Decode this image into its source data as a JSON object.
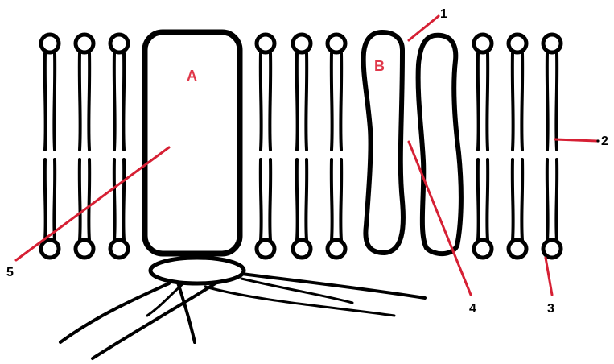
{
  "figure": {
    "proteins": [
      {
        "id": "protein-a",
        "label": "A"
      },
      {
        "id": "protein-b",
        "label": "B"
      }
    ],
    "callouts": [
      {
        "id": "callout-1",
        "text": "1"
      },
      {
        "id": "callout-2",
        "text": "2"
      },
      {
        "id": "callout-3",
        "text": "3"
      },
      {
        "id": "callout-4",
        "text": "4"
      },
      {
        "id": "callout-5",
        "text": "5"
      }
    ],
    "colors": {
      "ink": "#000000",
      "labels": "#e0384a",
      "leader_lines": "#d62034",
      "background": "#ffffff"
    }
  }
}
